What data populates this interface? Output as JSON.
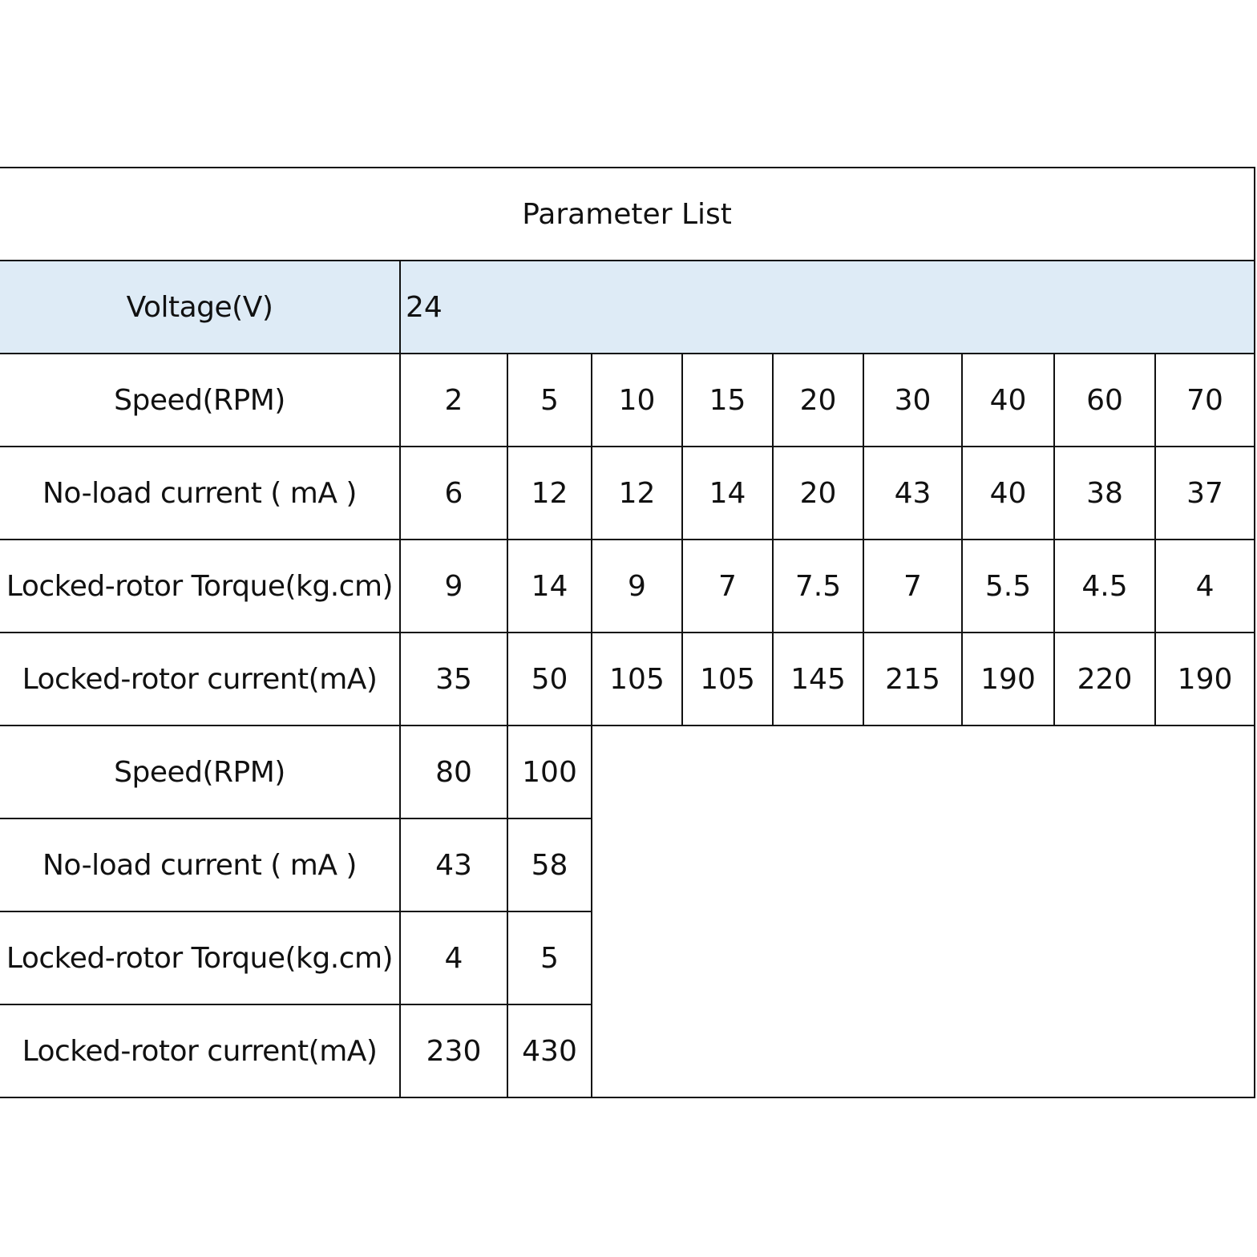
{
  "table": {
    "title": "Parameter List",
    "voltage_label": "Voltage(V)",
    "voltage_value": "24",
    "block1": {
      "rows": [
        {
          "label": "Speed(RPM)",
          "values": [
            "2",
            "5",
            "10",
            "15",
            "20",
            "30",
            "40",
            "60",
            "70"
          ]
        },
        {
          "label": "No-load current ( mA )",
          "values": [
            "6",
            "12",
            "12",
            "14",
            "20",
            "43",
            "40",
            "38",
            "37"
          ]
        },
        {
          "label": "Locked-rotor Torque(kg.cm)",
          "values": [
            "9",
            "14",
            "9",
            "7",
            "7.5",
            "7",
            "5.5",
            "4.5",
            "4"
          ]
        },
        {
          "label": "Locked-rotor current(mA)",
          "values": [
            "35",
            "50",
            "105",
            "105",
            "145",
            "215",
            "190",
            "220",
            "190"
          ]
        }
      ]
    },
    "block2": {
      "rows": [
        {
          "label": "Speed(RPM)",
          "values": [
            "80",
            "100"
          ]
        },
        {
          "label": "No-load current ( mA )",
          "values": [
            "43",
            "58"
          ]
        },
        {
          "label": "Locked-rotor Torque(kg.cm)",
          "values": [
            "4",
            "5"
          ]
        },
        {
          "label": "Locked-rotor current(mA)",
          "values": [
            "230",
            "430"
          ]
        }
      ]
    }
  }
}
